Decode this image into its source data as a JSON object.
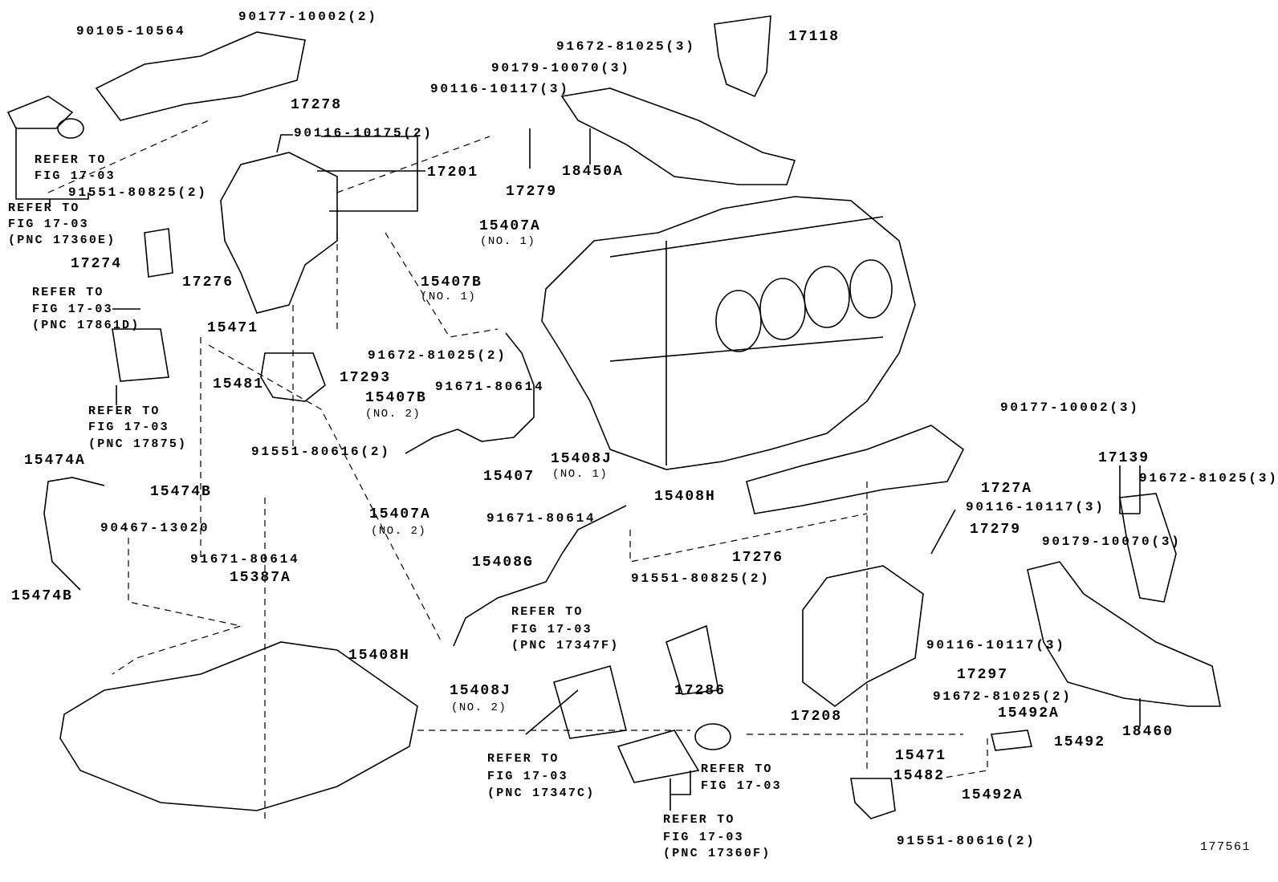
{
  "diagram_id": "177561",
  "labels": {
    "p90105_10564": "90105-10564",
    "p90177_10002_2": "90177-10002(2)",
    "p91672_81025_3a": "91672-81025(3)",
    "p17118": "17118",
    "p90179_10070_3a": "90179-10070(3)",
    "p17278": "17278",
    "p90116_10117_3a": "90116-10117(3)",
    "p90116_10175_2": "90116-10175(2)",
    "p17201": "17201",
    "p18450A": "18450A",
    "p17279a": "17279",
    "p91551_80825_2a": "91551-80825(2)",
    "p15407A_1": "15407A",
    "p17274": "17274",
    "p17276a": "17276",
    "p15407B_1": "15407B",
    "p15471a": "15471",
    "p91672_81025_2a": "91672-81025(2)",
    "p17293": "17293",
    "p15481": "15481",
    "p91671_80614a": "91671-80614",
    "p15407B_2": "15407B",
    "p90177_10002_3": "90177-10002(3)",
    "p91551_80616_2a": "91551-80616(2)",
    "p15474A": "15474A",
    "p15408J_1": "15408J",
    "p15407": "15407",
    "p17139": "17139",
    "p91672_81025_3b": "91672-81025(3)",
    "p15474B_a": "15474B",
    "p15408H_a": "15408H",
    "p1727A": "1727A",
    "p90116_10117_3b": "90116-10117(3)",
    "p15407A_2": "15407A",
    "p91671_80614b": "91671-80614",
    "p90467_13020": "90467-13020",
    "p17279b": "17279",
    "p17276b": "17276",
    "p90179_10070_3b": "90179-10070(3)",
    "p15408G": "15408G",
    "p91671_80614c": "91671-80614",
    "p15387A": "15387A",
    "p91551_80825_2b": "91551-80825(2)",
    "p15474B_b": "15474B",
    "p90116_10117_3c": "90116-10117(3)",
    "p15408H_b": "15408H",
    "p17297": "17297",
    "p17286": "17286",
    "p15408J_2": "15408J",
    "p91672_81025_2b": "91672-81025(2)",
    "p17208": "17208",
    "p15492A_a": "15492A",
    "p18460": "18460",
    "p15492": "15492",
    "p15471b": "15471",
    "p15482": "15482",
    "p15492A_b": "15492A",
    "p91551_80616_2b": "91551-80616(2)",
    "no1": "(NO. 1)",
    "no2": "(NO. 2)"
  },
  "refer": {
    "line1": "REFER TO",
    "line2": "FIG 17-03",
    "pnc_17360E": "(PNC 17360E)",
    "pnc_17861D": "(PNC 17861D)",
    "pnc_17875": "(PNC 17875)",
    "pnc_17347F": "(PNC 17347F)",
    "pnc_17347C": "(PNC 17347C)",
    "pnc_17360F": "(PNC 17360F)"
  }
}
